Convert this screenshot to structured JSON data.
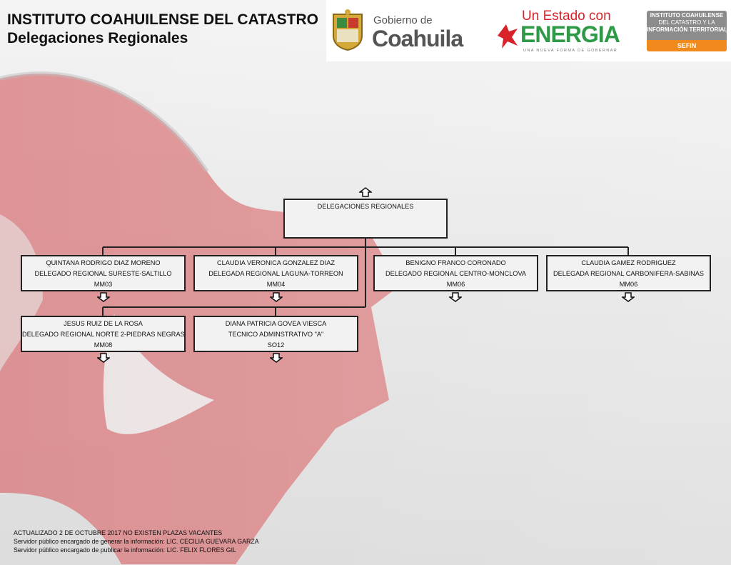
{
  "header": {
    "title_line1": "INSTITUTO COAHUILENSE DEL CATASTRO",
    "title_line2": "Delegaciones Regionales"
  },
  "logos": {
    "gobierno_small": "Gobierno de",
    "gobierno_big": "Coahuila",
    "estado_line": "Un Estado con",
    "energia": "ENERGIA",
    "energia_tag": "UNA NUEVA FORMA DE GOBERNAR",
    "ict_line1": "INSTITUTO COAHUILENSE",
    "ict_line2": "DEL CATASTRO Y LA",
    "ict_line3": "INFORMACIÓN TERRITORIAL",
    "ict_sefin": "SEFIN"
  },
  "org": {
    "root": {
      "title": "DELEGACIONES REGIONALES"
    },
    "nodes": [
      {
        "name": "QUINTANA RODRIGO DIAZ MORENO",
        "role": "DELEGADO REGIONAL SURESTE-SALTILLO",
        "code": "MM03"
      },
      {
        "name": "CLAUDIA VERONICA GONZALEZ DIAZ",
        "role": "DELEGADA REGIONAL LAGUNA-TORREON",
        "code": "MM04"
      },
      {
        "name": "BENIGNO FRANCO CORONADO",
        "role": "DELEGADO REGIONAL CENTRO-MONCLOVA",
        "code": "MM06"
      },
      {
        "name": "CLAUDIA GAMEZ RODRIGUEZ",
        "role": "DELEGADA REGIONAL CARBONIFERA-SABINAS",
        "code": "MM06"
      },
      {
        "name": "JESUS RUIZ DE LA ROSA",
        "role": "DELEGADO REGIONAL NORTE 2-PIEDRAS NEGRAS",
        "code": "MM08"
      },
      {
        "name": "DIANA PATRICIA GOVEA VIESCA",
        "role": "TECNICO ADMINSTRATIVO \"A\"",
        "code": "SO12"
      }
    ]
  },
  "footer": {
    "line1": "ACTUALIZADO 2 DE OCTUBRE  2017 NO EXISTEN PLAZAS VACANTES",
    "line2": "Servidor público encargado de generar la información: LIC. CECILIA GUEVARA GARZA",
    "line3": "Servidor público encargado de publicar la información: LIC. FELIX FLORES GIL"
  },
  "colors": {
    "watermark_red": "#d9777a",
    "energia_green": "#2e9a47",
    "energia_red": "#d8232a",
    "coahuila_gray": "#555555",
    "sefin_orange": "#f08a1c",
    "ict_gray": "#8c8c8c"
  }
}
